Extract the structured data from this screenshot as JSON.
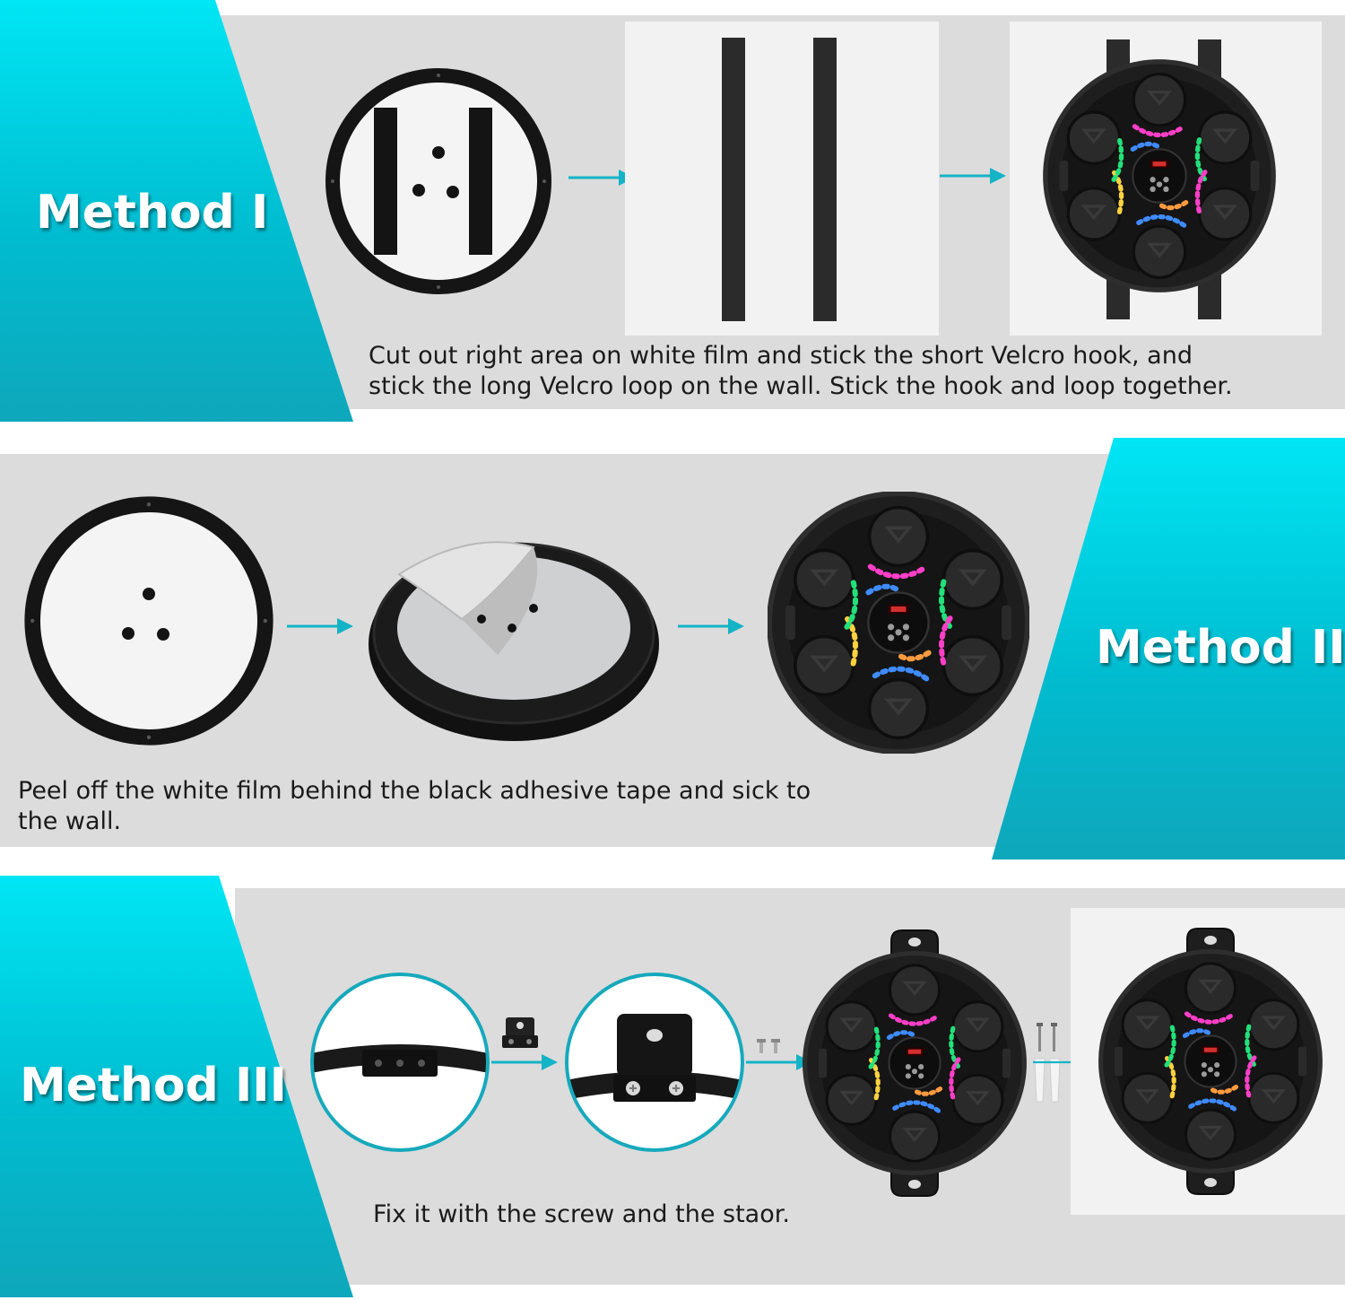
{
  "method1": {
    "label": "Method I",
    "caption_lines": [
      "Cut out right area on white film and stick the short Velcro hook, and",
      "stick the long Velcro loop on the wall. Stick the hook and loop together."
    ]
  },
  "method2": {
    "label": "Method II",
    "caption_lines": [
      "Peel off the white film behind the black adhesive tape and sick to",
      "the wall."
    ]
  },
  "method3": {
    "label": "Method III",
    "caption_lines": [
      "Fix it with the screw and the staor."
    ]
  },
  "colors": {
    "accent_cyan": "#00d7e8",
    "panel_gray": "#dcdcdc",
    "arrow": "#15b3c6",
    "device": "#1e1e1e"
  },
  "icons": [
    "arrow-right-icon",
    "boxing-machine-icon",
    "velcro-strip-icon",
    "mounting-bracket-icon",
    "screw-icon",
    "wall-anchor-icon"
  ]
}
